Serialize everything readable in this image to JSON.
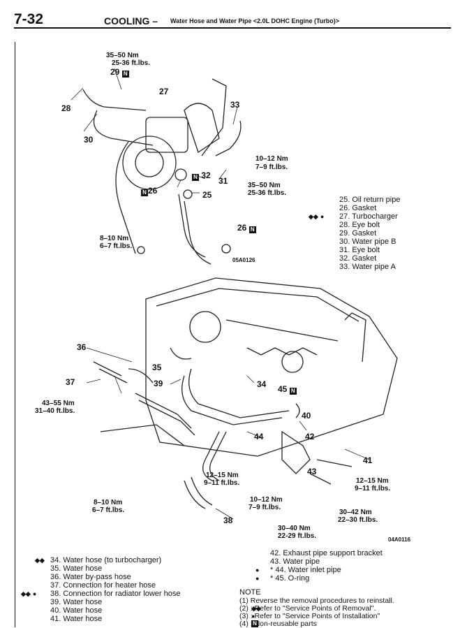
{
  "header": {
    "page_number": "7-32",
    "section": "COOLING –",
    "subtitle": "Water Hose and Water Pipe <2.0L DOHC Engine (Turbo)>"
  },
  "diagram1": {
    "code": "05A0126",
    "torques": [
      {
        "nm": "35–50 Nm",
        "lbs": "25-36 ft.lbs."
      },
      {
        "nm": "10–12 Nm",
        "lbs": "7–9 ft.lbs."
      },
      {
        "nm": "35–50 Nm",
        "lbs": "25-36 ft.lbs."
      },
      {
        "nm": "8–10 Nm",
        "lbs": "6–7 ft.lbs."
      }
    ],
    "callouts": [
      "29",
      "27",
      "28",
      "30",
      "33",
      "32",
      "31",
      "26",
      "25",
      "26"
    ],
    "legend": [
      "25. Oil return pipe",
      "26. Gasket",
      "27. Turbocharger",
      "28. Eye bolt",
      "29. Gasket",
      "30. Water pipe B",
      "31. Eye bolt",
      "32. Gasket",
      "33. Water pipe A"
    ]
  },
  "diagram2": {
    "code": "04A0116",
    "torques": [
      {
        "nm": "43–55 Nm",
        "lbs": "31–40 ft.lbs."
      },
      {
        "nm": "12–15 Nm",
        "lbs": "9–11 ft.lbs."
      },
      {
        "nm": "12–15 Nm",
        "lbs": "9–11 ft.lbs."
      },
      {
        "nm": "8–10 Nm",
        "lbs": "6–7 ft.lbs."
      },
      {
        "nm": "10–12 Nm",
        "lbs": "7–9 ft.lbs."
      },
      {
        "nm": "30–42 Nm",
        "lbs": "22–30 ft.lbs."
      },
      {
        "nm": "30–40 Nm",
        "lbs": "22-29 ft.lbs."
      }
    ],
    "callouts": [
      "36",
      "35",
      "37",
      "39",
      "34",
      "45",
      "40",
      "44",
      "42",
      "41",
      "43",
      "38"
    ]
  },
  "legend_left": [
    "34. Water hose (to turbocharger)",
    "35. Water hose",
    "36. Water by-pass hose",
    "37. Connection for heater hose",
    "38. Connection for radiator lower hose",
    "39. Water hose",
    "40. Water hose",
    "41. Water hose"
  ],
  "legend_right": [
    "42. Exhaust pipe support bracket",
    "43. Water pipe",
    "* 44. Water inlet pipe",
    "* 45. O-ring"
  ],
  "note": {
    "title": "NOTE",
    "items": [
      "(1) Reverse the removal procedures to reinstall.",
      "(2) : Refer to \"Service Points of Removal\".",
      "(3) : Refer to \"Service Points of Installation\"",
      "(4) : Non-reusable parts"
    ]
  },
  "icons": [
    "double-arrow-icon",
    "bullet-icon",
    "non-reusable-n-icon"
  ]
}
